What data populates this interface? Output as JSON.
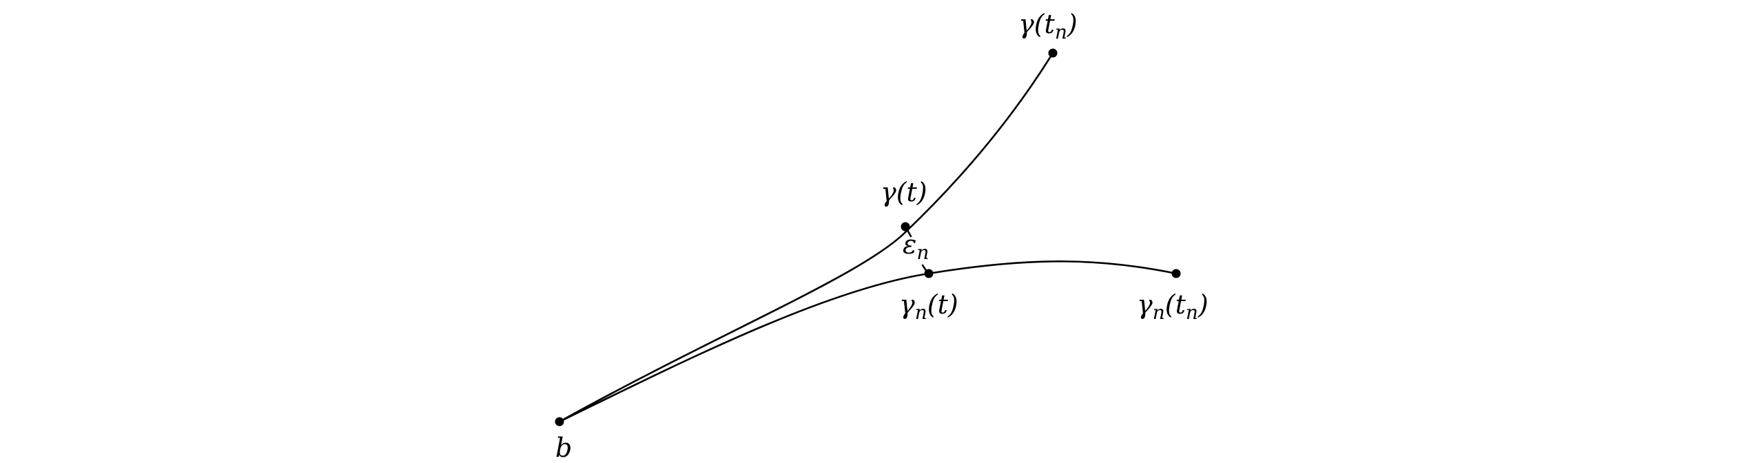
{
  "figure": {
    "labels": {
      "base_point": "b",
      "gamma_t": {
        "main": "γ(t)"
      },
      "gamma_tn": {
        "pre": "γ(t",
        "sub": "n",
        "post": ")"
      },
      "epsilon_n": {
        "main": "ε",
        "sub": "n"
      },
      "gamma_n_t": {
        "main": "γ",
        "sub": "n",
        "post": "(t)"
      },
      "gamma_n_tn": {
        "main": "γ",
        "sub": "n",
        "post1": "(t",
        "sub2": "n",
        "post2": ")"
      }
    },
    "stroke_color": "#000000"
  }
}
